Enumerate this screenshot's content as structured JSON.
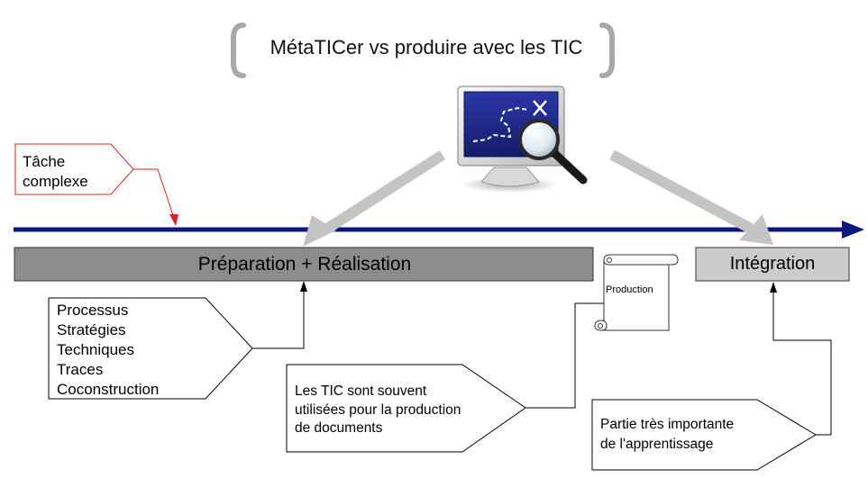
{
  "diagram": {
    "title": "MétaTICer vs produire avec les TIC",
    "bars": {
      "preparation": "Préparation + Réalisation",
      "integration": "Intégration"
    },
    "callouts": {
      "tache_complexe": [
        "Tâche",
        "complexe"
      ],
      "process_items": [
        "Processus",
        "Stratégies",
        "Techniques",
        "Traces",
        "Coconstruction"
      ],
      "tic_production": [
        "Les TIC sont souvent",
        "utilisées pour la production",
        "de documents"
      ],
      "partie_importante": [
        "Partie très importante",
        "de l'apprentissage"
      ]
    },
    "scroll_label": "Production",
    "icons": [
      "monitor-icon",
      "magnifier-icon",
      "scroll-icon"
    ],
    "colors": {
      "timeline": "#0b1a7a",
      "bar_dark": "#8c8c8c",
      "bar_light": "#cccccc",
      "gray_arrow": "#c4c4c4",
      "red_callout": "#e02020",
      "screen": "#1f2a8c"
    }
  }
}
